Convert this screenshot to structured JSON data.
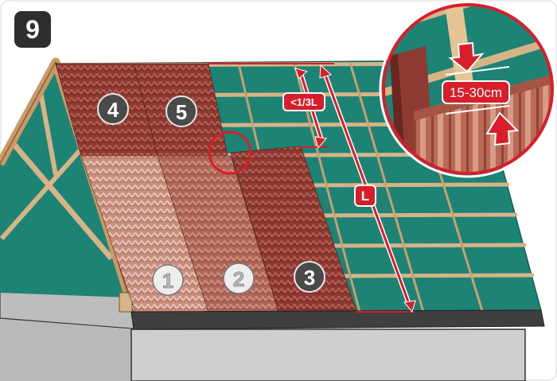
{
  "step": {
    "number": "9"
  },
  "sheets": [
    {
      "label": "1",
      "style": "light"
    },
    {
      "label": "2",
      "style": "light"
    },
    {
      "label": "3",
      "style": "dark"
    },
    {
      "label": "4",
      "style": "dark"
    },
    {
      "label": "5",
      "style": "dark"
    }
  ],
  "dimensions": {
    "overlap_label": "<1/3L",
    "length_label": "L",
    "zoom_overlap_label": "15-30cm"
  },
  "colors": {
    "accent_red": "#d81e2a",
    "membrane_teal": "#1d8374",
    "batten_wood": "#d7b488",
    "sheet_light": "#c98f7f",
    "sheet_mid": "#b0685a",
    "sheet_dark": "#8e3b33",
    "wall_grey": "#c9c9c9",
    "badge_dark": "#2e2e2e"
  }
}
